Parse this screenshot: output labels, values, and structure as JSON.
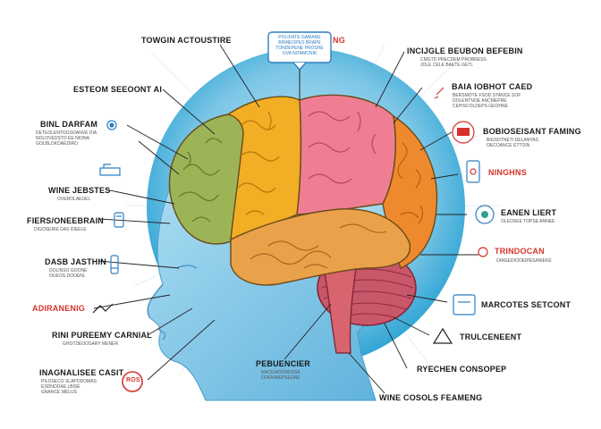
{
  "colors": {
    "halo": "#44b3da",
    "head": "#8ccbe8",
    "green_lobe": "#9cb455",
    "yellow_lobe": "#f2ae24",
    "pink_lobe": "#ef7e93",
    "orange_lobe": "#ee8a2d",
    "temporal": "#e9a24a",
    "cerebellum": "#c9576a",
    "accent_red": "#d6322b",
    "icon_blue": "#2f7fc1",
    "line": "#222222"
  },
  "top": {
    "left_title": "TOWGIN ACTOUSTIRE",
    "callout_lines": [
      "POLIDATE GAMARE",
      "BINNEOPES BRAPE",
      "TONDEPENE PROSHE",
      "OVA NITAMCNIK"
    ],
    "callout_suffix": "NG"
  },
  "left_labels": [
    {
      "text": "ESTEOM SEEOONT AI",
      "red": false,
      "sub": []
    },
    {
      "text": "BINL DARFAM",
      "red": false,
      "sub": [
        "DETEOLENTOGSOANVE DIA",
        "NOLOVEDSTO EE NIONA",
        "GOLBLOKOAEDIRO"
      ]
    },
    {
      "text": "WINE JEBSTES",
      "red": false,
      "sub": [
        "OVEROLAEUEL"
      ]
    },
    {
      "text": "FIERS/ONEEBRAIN",
      "red": false,
      "sub": [
        "DIGOSERIE DAS IDEELE"
      ]
    },
    {
      "text": "DASB JASTHIN",
      "red": false,
      "sub": [
        "DOLINSO GOONE",
        "OUEOS DOOENL"
      ]
    },
    {
      "text": "ADIRANENIG",
      "red": true,
      "sub": []
    },
    {
      "text": "RINI PUREEMY CARNIAL",
      "red": false,
      "sub": [
        "GHOTDEOOSARY MENER"
      ]
    },
    {
      "text": "INAGNALISEE CASIT",
      "red": false,
      "sub": [
        "PILOSECO SLAPODOMAS",
        "ESDNODAE LBISE",
        "GNANCE MELUS"
      ]
    }
  ],
  "left_badge": "ROS",
  "right_labels": [
    {
      "text": "INCIJGLE BEUBON BEFEBIN",
      "red": false,
      "sub": [
        "CMGTD PRECDEM PROBRESS",
        "JOLE CELE BAETE GETL"
      ]
    },
    {
      "text": "BAIA IOBHOT CAED",
      "red": false,
      "sub": [
        "BERSMOTE FSOD STANCE SOF",
        "DOLENTNOE ANCMEPRE",
        "CEPISCOLDEPS GEOHNE"
      ]
    },
    {
      "text": "BOBIOSEISANT FAMING",
      "red": false,
      "sub": [
        "BIGSOTNETI DELANYAS",
        "OECOANCE ETTOIN"
      ]
    },
    {
      "text": "NINGHNS",
      "red": true,
      "sub": []
    },
    {
      "text": "EANEN LIERT",
      "red": false,
      "sub": [
        "OLEOSEE TOPSE ANNEE"
      ]
    },
    {
      "text": "TRINDOCAN",
      "red": true,
      "sub": [
        "OIAGEDIOOEIPESANIEKE"
      ]
    },
    {
      "text": "MARCOTES SETCONT",
      "red": false,
      "sub": []
    },
    {
      "text": "TRULCENEENT",
      "red": false,
      "sub": []
    },
    {
      "text": "RYECHEN CONSOPEP",
      "red": false,
      "sub": []
    }
  ],
  "bottom": {
    "center_label": "PEBUENCIER",
    "center_sub": [
      "MACEMOONDSSA",
      "ODENINEPSEORE"
    ],
    "bottom_label": "WINE COSOLS FEAMENG"
  }
}
